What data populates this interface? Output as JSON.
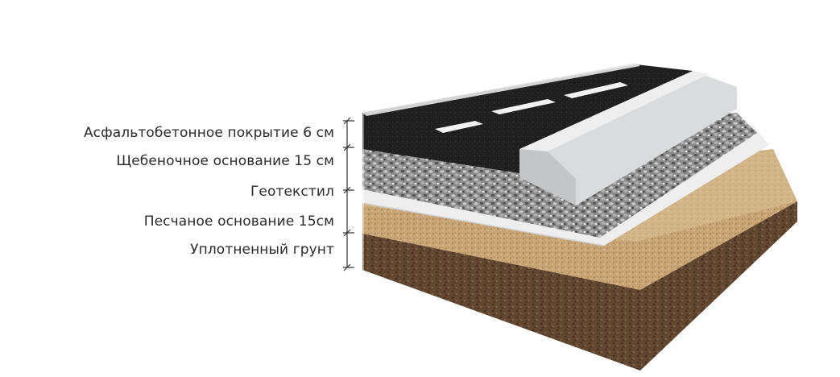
{
  "layers": [
    {
      "key": "asphalt",
      "label": "Асфальтобетонное покрытие 6 см"
    },
    {
      "key": "gravel",
      "label": "Щебеночное основание 15 см"
    },
    {
      "key": "geotextile",
      "label": "Геотекстил"
    },
    {
      "key": "sand",
      "label": "Песчаное основание 15см"
    },
    {
      "key": "soil",
      "label": "Уплотненный грунт"
    }
  ],
  "colors": {
    "asphalt": "#1c1c1c",
    "road_marking": "#f2f2f2",
    "curb": "#d9dadb",
    "gravel": "#8d8d8d",
    "geotextile": "#ececec",
    "sand": "#c9a878",
    "soil": "#6e5238",
    "bracket": "#333333"
  }
}
